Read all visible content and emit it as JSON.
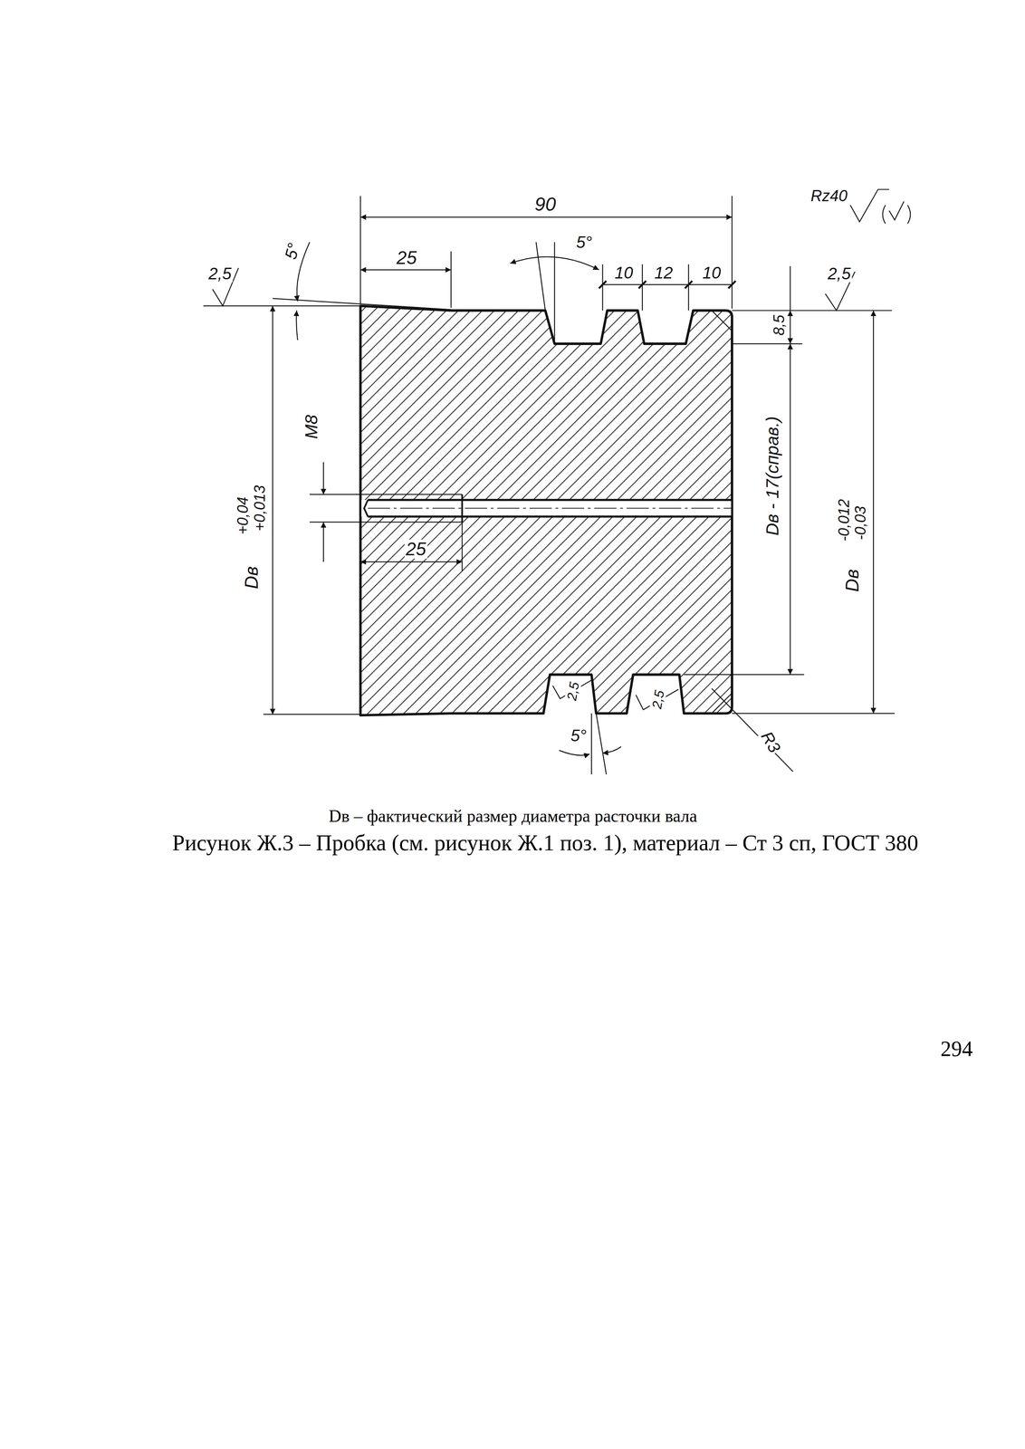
{
  "diagram": {
    "caption": "Рисунок Ж.3 – Пробка (см. рисунок Ж.1 поз. 1), материал – Ст 3 сп, ГОСТ 380",
    "labels": [
      "90",
      "Rz40",
      "5°",
      "25",
      "5°",
      "10",
      "12",
      "10",
      "2,5",
      "2,5",
      "8,5",
      "Dв - 17(справ.)",
      "Dв",
      "+0,04",
      "+0,013",
      "M8",
      "25",
      "Dв",
      "-0,012",
      "-0,03",
      "2,5",
      "2,5",
      "5°",
      "R3",
      "Dв – фактический размер диаметра расточки вала",
      "294"
    ]
  }
}
